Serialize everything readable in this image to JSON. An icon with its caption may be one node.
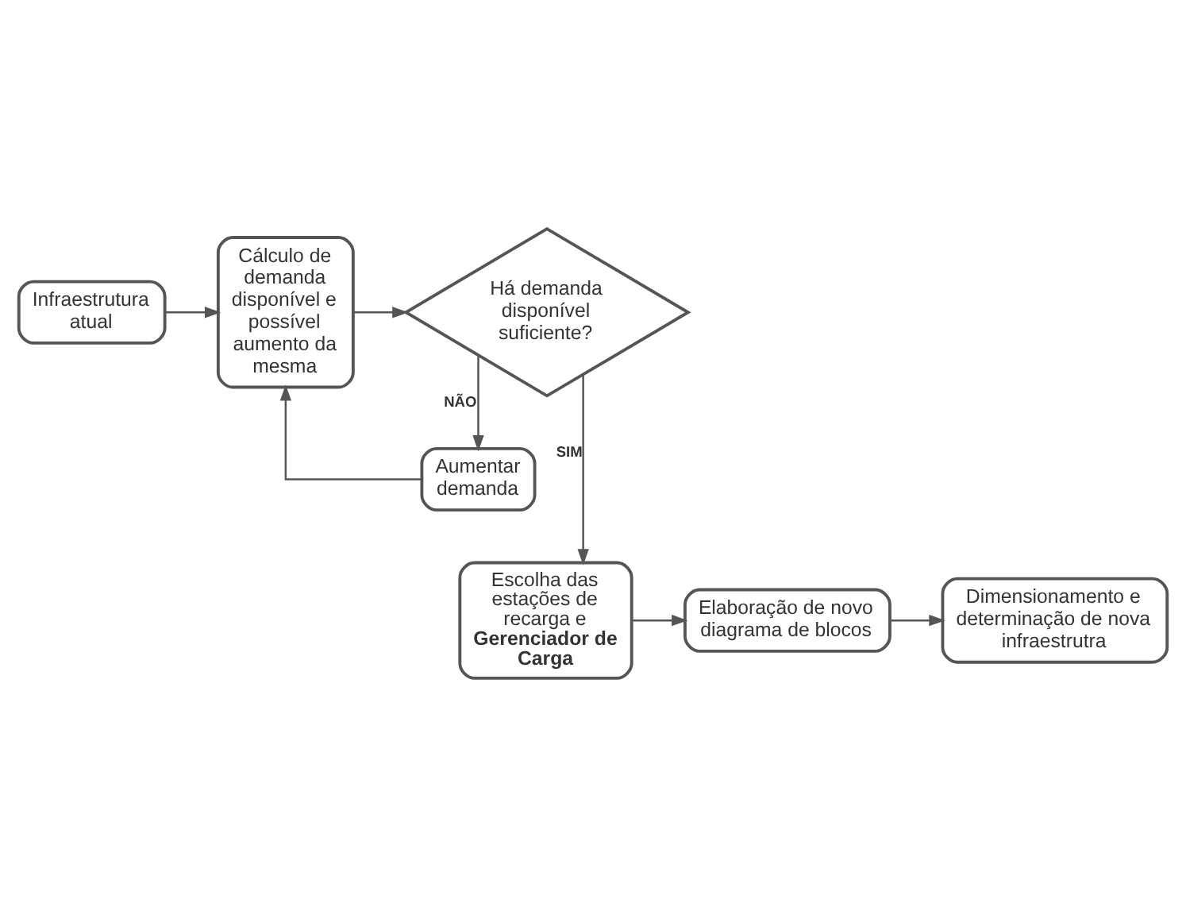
{
  "diagram": {
    "nodes": [
      {
        "text": [
          "Infraestrutura atual"
        ]
      },
      {
        "text": [
          "Cálculo de demanda disponível e possível aumento da mesma"
        ]
      },
      {
        "text": [
          "Há demanda disponível suficiente?"
        ]
      },
      {
        "text": [
          "Aumentar demanda"
        ]
      },
      {
        "text": [
          "Escolha das estações de recarga e **Gerenciador de Carga**"
        ]
      },
      {
        "text": [
          "Elaboração de novo diagrama de blocos"
        ]
      },
      {
        "text": [
          "Dimensionamento e determinação de nova infraestrutra"
        ]
      }
    ],
    "edges": [
      {
        "from": 0,
        "to": 1,
        "arrow": "to"
      },
      {
        "from": 1,
        "to": 2,
        "arrow": "to"
      },
      {
        "from": 2,
        "to": 3,
        "arrow": "to",
        "label": "NÃO"
      },
      {
        "from": 3,
        "to": 1,
        "arrow": "to"
      },
      {
        "from": 2,
        "to": 4,
        "arrow": "to",
        "label": "SIM"
      },
      {
        "from": 4,
        "to": 5,
        "arrow": "to"
      },
      {
        "from": 5,
        "to": 6,
        "arrow": "to"
      }
    ]
  }
}
